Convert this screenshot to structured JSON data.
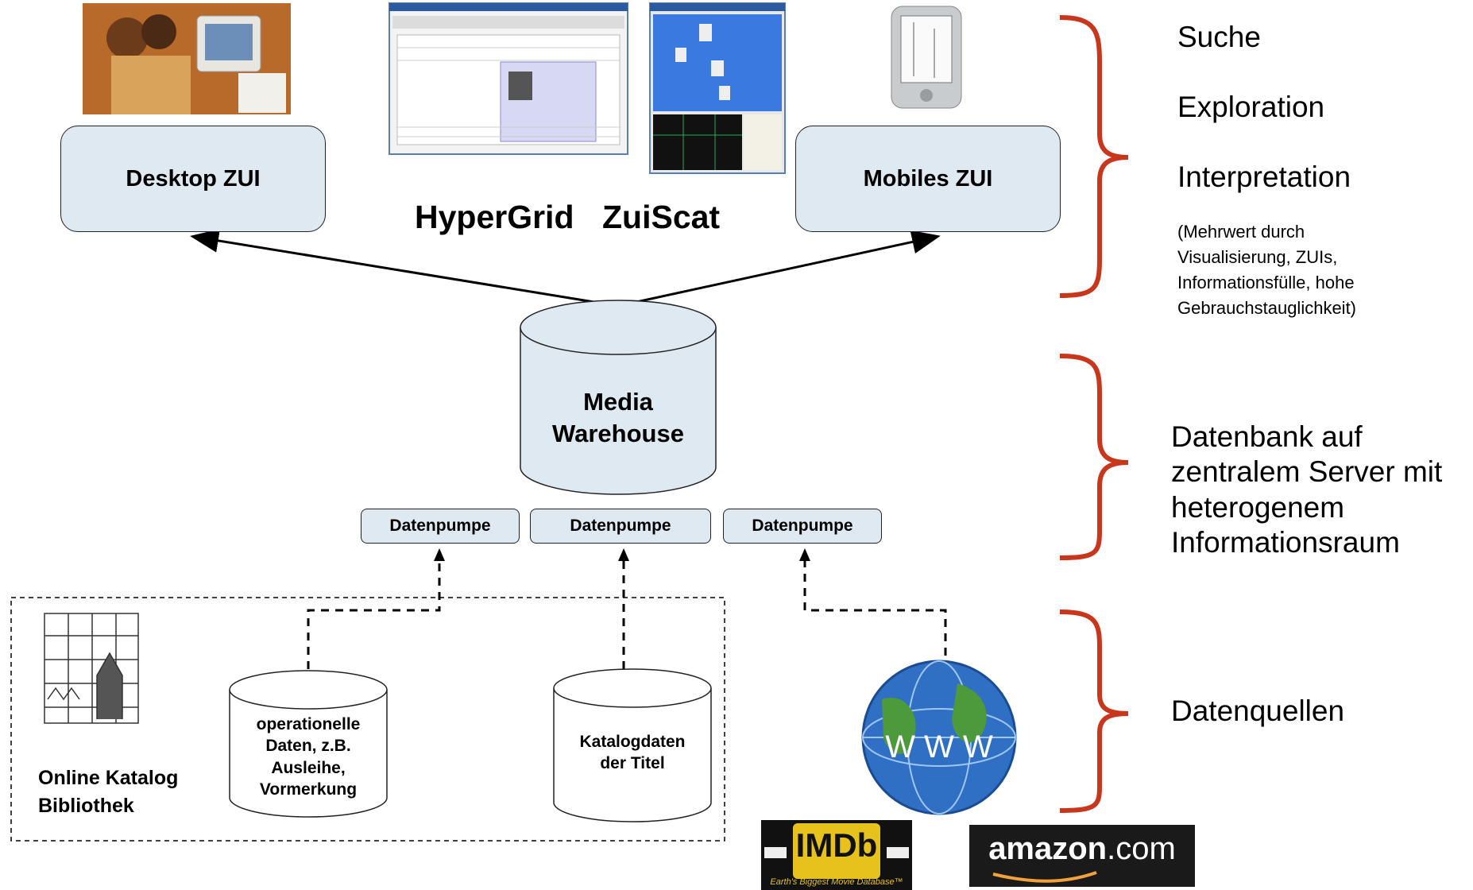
{
  "clients": {
    "desktop": {
      "label": "Desktop ZUI"
    },
    "mobile": {
      "label": "Mobiles ZUI"
    },
    "hypergrid": {
      "label": "HyperGrid"
    },
    "zuiscat": {
      "label": "ZuiScat"
    }
  },
  "warehouse": {
    "line1": "Media",
    "line2": "Warehouse"
  },
  "pumps": [
    {
      "label": "Datenpumpe"
    },
    {
      "label": "Datenpumpe"
    },
    {
      "label": "Datenpumpe"
    }
  ],
  "sources": {
    "library": {
      "line1": "Online Katalog",
      "line2": "Bibliothek"
    },
    "operational": {
      "line1": "operationelle",
      "line2": "Daten, z.B.",
      "line3": "Ausleihe,",
      "line4": "Vormerkung"
    },
    "catalog": {
      "line1": "Katalogdaten",
      "line2": "der Titel"
    },
    "www": {
      "label": "W W W"
    },
    "imdb": {
      "label": "IMDb",
      "tagline": "Earth's Biggest Movie Database™"
    },
    "amazon": {
      "label": "amazon",
      "suffix": ".com"
    }
  },
  "annotations": {
    "top": {
      "item1": "Suche",
      "item2": "Exploration",
      "item3": "Interpretation",
      "note1": "(Mehrwert durch",
      "note2": "Visualisierung, ZUIs,",
      "note3": "Informationsfülle, hohe",
      "note4": "Gebrauchstauglichkeit)"
    },
    "middle": {
      "line1": "Datenbank auf",
      "line2": "zentralem Server mit",
      "line3": "heterogenem",
      "line4": "Informationsraum"
    },
    "bottom": {
      "line1": "Datenquellen"
    }
  },
  "colors": {
    "box_fill": "#dfe9f2",
    "brace": "#c8361c",
    "globe": "#2f6fc4",
    "amazon_bg": "#1a1a1a",
    "imdb_yellow": "#e8c21c"
  }
}
